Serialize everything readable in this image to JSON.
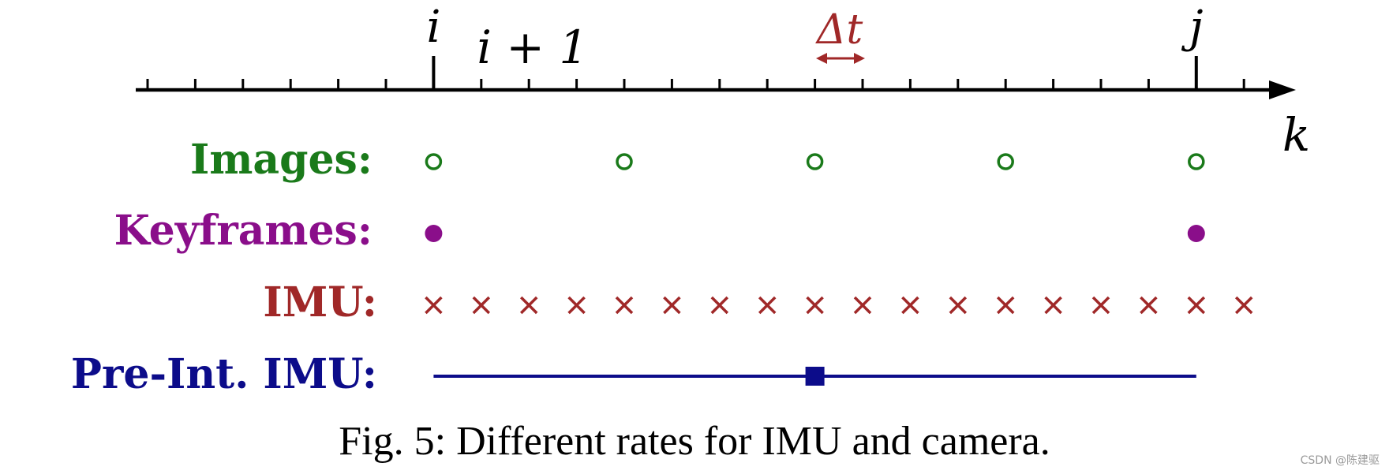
{
  "axis": {
    "variable_label": "k",
    "marked_ticks": [
      {
        "index": 6,
        "label": "i"
      },
      {
        "index": 7,
        "label": "i + 1"
      },
      {
        "index": 22,
        "label": "j"
      }
    ],
    "interval_label": "Δt",
    "interval_index": 14
  },
  "rows": {
    "images": {
      "label": "Images:",
      "sample_every": 4
    },
    "keyframes": {
      "label": "Keyframes:"
    },
    "imu": {
      "label": "IMU:"
    },
    "preint": {
      "label": "Pre-Int. IMU:"
    }
  },
  "colors": {
    "axis": "#000000",
    "images": "#1a7a1a",
    "keyframes": "#8a0e8a",
    "imu": "#a02828",
    "preint": "#0c0c8a"
  },
  "caption": "Fig. 5: Different rates for IMU and camera.",
  "watermark": "CSDN @陈建驱"
}
